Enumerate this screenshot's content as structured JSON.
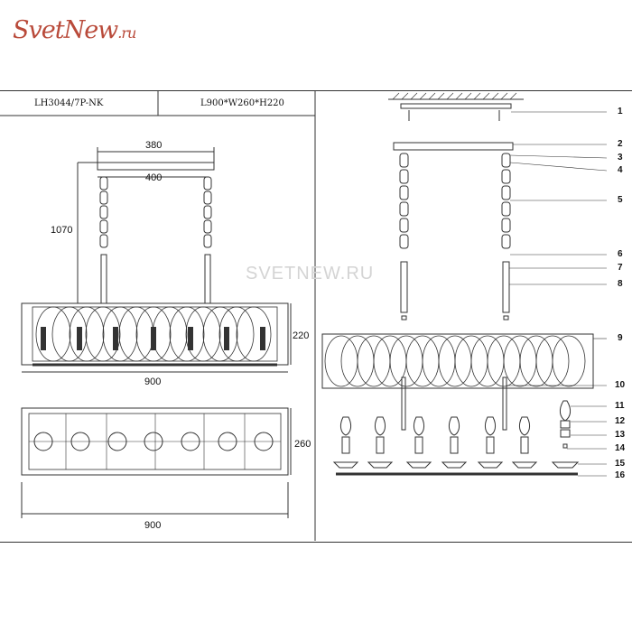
{
  "logo": {
    "main": "SvetNew",
    "suffix": ".ru"
  },
  "watermark": "SVETNEW.RU",
  "spec": {
    "model": "LH3044/7P-NK",
    "dimensions": "L900*W260*H220"
  },
  "dimensions": {
    "canopy_width": "380",
    "chain_spacing": "400",
    "max_height": "1070",
    "body_height": "220",
    "body_length": "900",
    "top_width": "260",
    "top_length": "900"
  },
  "callouts": [
    "1",
    "2",
    "3",
    "4",
    "5",
    "6",
    "7",
    "8",
    "9",
    "10",
    "11",
    "12",
    "13",
    "14",
    "15",
    "16"
  ],
  "colors": {
    "logo": "#b94a3a",
    "line": "#333333"
  }
}
